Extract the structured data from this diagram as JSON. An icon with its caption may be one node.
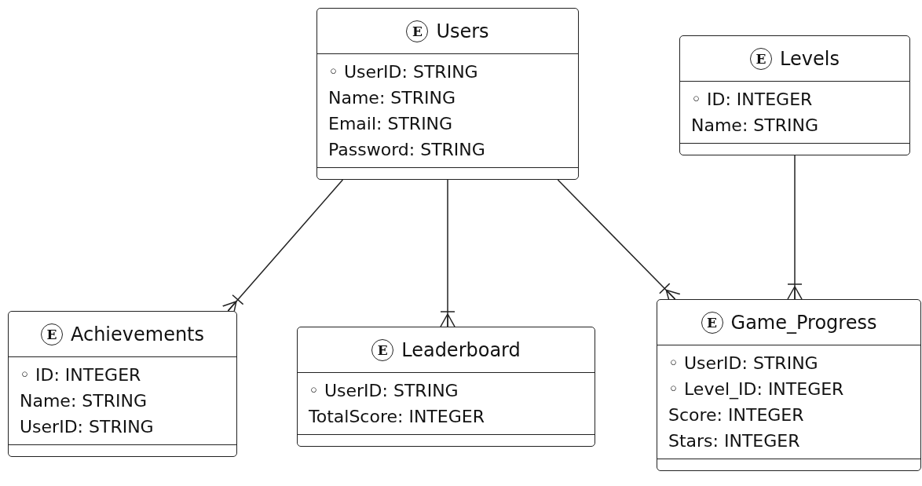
{
  "diagram": {
    "nodes": [
      {
        "text": [
          "E",
          "Users",
          "◦ UserID: STRING",
          "Name: STRING",
          "Email: STRING",
          "Password: STRING"
        ]
      },
      {
        "text": [
          "E",
          "Levels",
          "◦ ID: INTEGER",
          "Name: STRING"
        ]
      },
      {
        "text": [
          "E",
          "Achievements",
          "◦ ID: INTEGER",
          "Name: STRING",
          "UserID: STRING"
        ]
      },
      {
        "text": [
          "E",
          "Leaderboard",
          "◦ UserID: STRING",
          "TotalScore: INTEGER"
        ]
      },
      {
        "text": [
          "E",
          "Game_Progress",
          "◦ UserID: STRING",
          "◦ Level_ID: INTEGER",
          "Score: INTEGER",
          "Stars: INTEGER"
        ]
      }
    ],
    "edges": [
      {
        "from": 0,
        "to": 2,
        "arrow": "other"
      },
      {
        "from": 0,
        "to": 3,
        "arrow": "other"
      },
      {
        "from": 0,
        "to": 4,
        "arrow": "other"
      },
      {
        "from": 1,
        "to": 4,
        "arrow": "other"
      }
    ]
  }
}
